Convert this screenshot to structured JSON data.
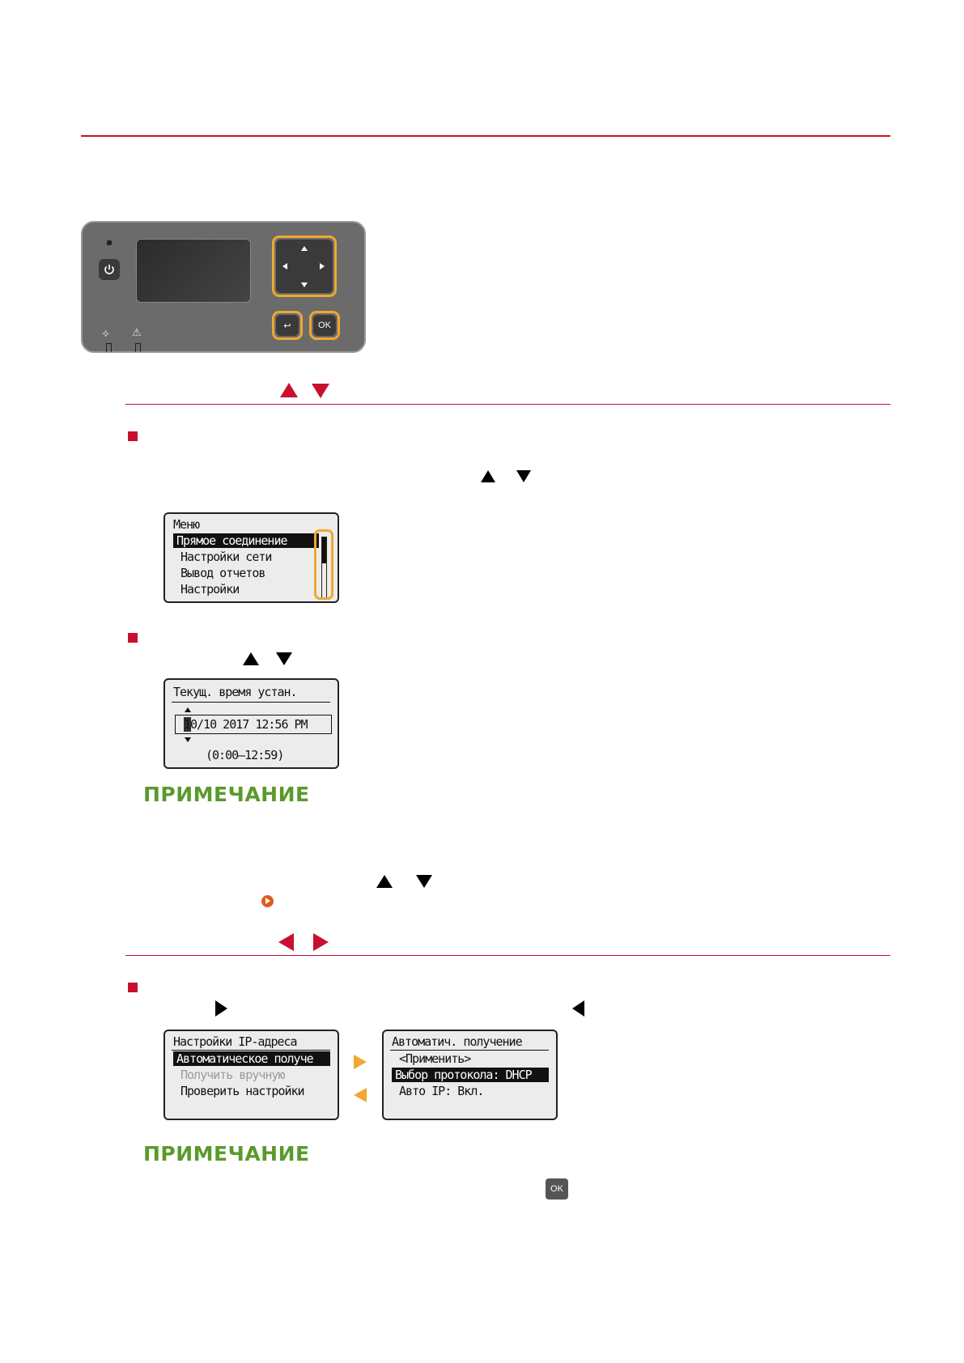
{
  "panel": {
    "back_label": "↩",
    "ok_label": "OK"
  },
  "menu_screen": {
    "title": "Меню",
    "items": [
      "Прямое соединение",
      "Настройки сети",
      "Вывод отчетов",
      "Настройки"
    ]
  },
  "time_screen": {
    "title": "Текущ. время устан.",
    "value": "10/10 2017 12:56 PM",
    "range": "(0:00–12:59)"
  },
  "notes": [
    "ПРИМЕЧАНИЕ",
    "ПРИМЕЧАНИЕ"
  ],
  "ip_screen": {
    "title": "Настройки IP-адреса",
    "items": [
      "Автоматическое получе",
      "Получить вручную",
      "Проверить настройки"
    ]
  },
  "auto_screen": {
    "title": "Автоматич. получение",
    "items": [
      "<Применить>",
      "Выбор протокола: DHCP",
      "Авто IP: Вкл."
    ]
  },
  "ok_icon_label": "OK",
  "colors": {
    "accent_red": "#c8102e",
    "note_green": "#5a9a2b",
    "highlight_orange": "#f0a830"
  }
}
